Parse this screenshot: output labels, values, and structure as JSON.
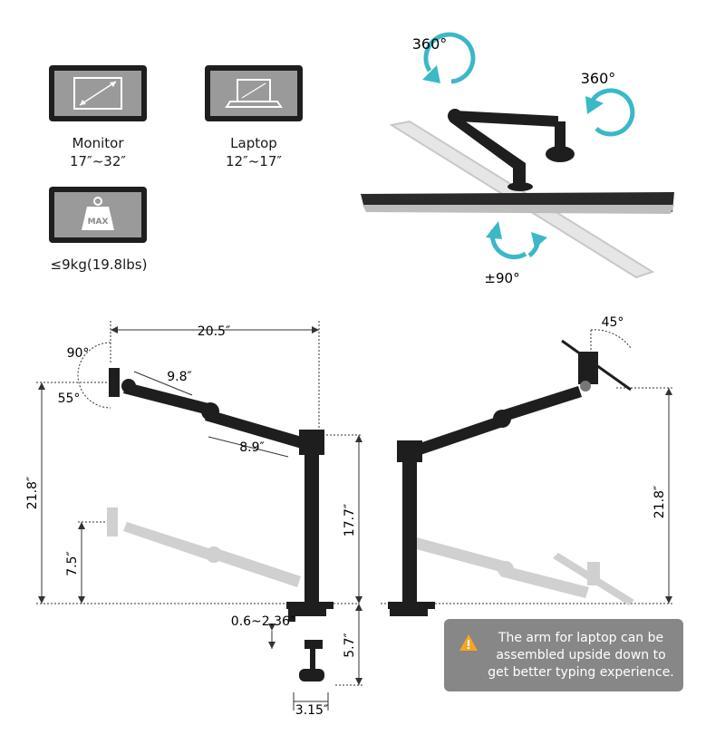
{
  "specs": {
    "monitor_label": "Monitor",
    "monitor_range": "17″~32″",
    "laptop_label": "Laptop",
    "laptop_range": "12″~17″",
    "max_badge": "MAX",
    "weight_label": "≤9kg(19.8lbs)"
  },
  "rotation": {
    "top_left": "360°",
    "top_right": "360°",
    "tilt": "±90°"
  },
  "dimensions_left": {
    "width_total": "20.5″",
    "arm_upper": "9.8″",
    "arm_lower": "8.9″",
    "tilt_up": "90°",
    "tilt_down": "55°",
    "height_total": "21.8″",
    "height_low": "7.5″",
    "pole_height": "17.7″",
    "clamp_thickness": "0.6~2.36″",
    "clamp_depth": "5.7″",
    "clamp_width": "3.15″"
  },
  "dimensions_right": {
    "tray_angle": "45°",
    "height_total": "21.8″"
  },
  "callout": {
    "text": "The arm for laptop can be assembled upside down to get better typing experience.",
    "icon": "warning-icon",
    "bg_color": "#878787",
    "accent_color": "#f5a623"
  },
  "colors": {
    "arrow_teal": "#3bb8c8",
    "arm_dark": "#1e1e1e",
    "ghost_gray": "#cfcfcf"
  }
}
